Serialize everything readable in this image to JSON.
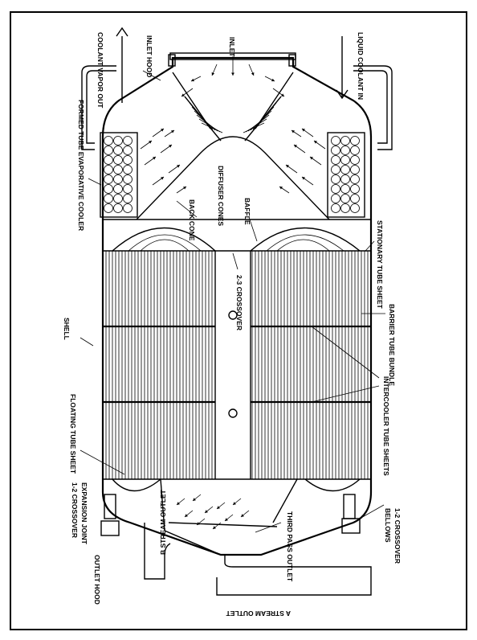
{
  "labels": {
    "coolant_vapor_out": "COOLANT VAPOR OUT",
    "inlet_hood": "INLET HOOD",
    "inlet": "INLET",
    "liquid_coolant_in": "LIQUID COOLANT IN",
    "formed_tube_evaporative_cooler": "FORMED TUBE EVAPORATIVE COOLER",
    "back_cone": "BACK CONE",
    "diffuser_cones": "DIFFUSER CONES",
    "baffle": "BAFFLE",
    "stationary_tube_sheet": "STATIONARY TUBE SHEET",
    "crossover_2_3": "2-3 CROSSOVER",
    "shell": "SHELL",
    "barrier_tube_bundle": "BARRIER TUBE BUNDLE",
    "floating_tube_sheet": "FLOATING TUBE SHEET",
    "intercooler_tube_sheets": "INTERCOOLER TUBE SHEETS",
    "crossover_1_2_left": "1-2 CROSSOVER",
    "expansion_joint": "EXPANSION JOINT",
    "outlet_hood": "OUTLET HOOD",
    "third_pass_outlet": "THIRD PASS OUTLET",
    "b_stream_outlet": "B STREAM OUTLET",
    "bellows": "BELLOWS",
    "crossover_1_2_right": "1-2 CROSSOVER",
    "a_stream_outlet": "A STREAM OUTLET"
  },
  "colors": {
    "line": "#000000",
    "background": "#ffffff"
  }
}
